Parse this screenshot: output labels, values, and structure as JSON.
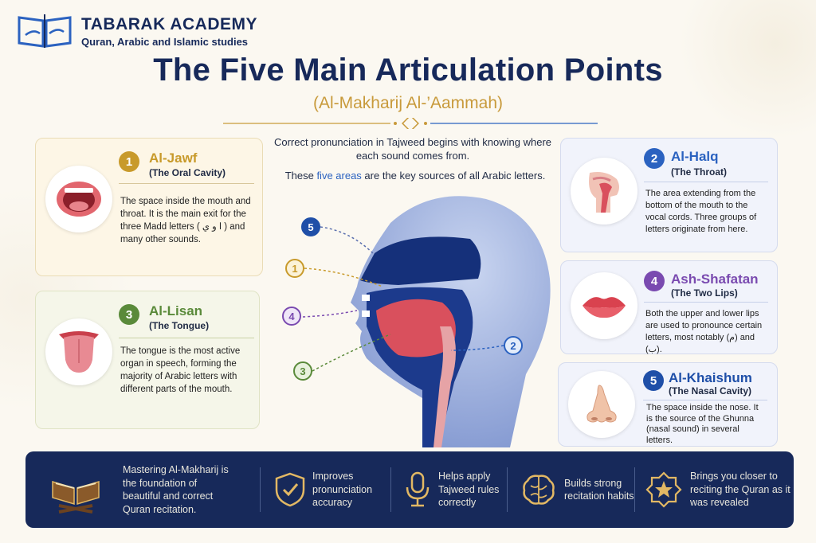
{
  "header": {
    "academy_name": "TABARAK ACADEMY",
    "academy_tagline": "Quran, Arabic and Islamic studies",
    "title": "The Five Main Articulation Points",
    "subtitle": "(Al-Makharij Al-’Aammah)"
  },
  "intro": {
    "line1": "Correct pronunciation in Tajweed begins with knowing where each sound comes from.",
    "line2_before": "These ",
    "line2_highlight": "five areas",
    "line2_after": " are the key sources of all Arabic letters."
  },
  "points": [
    {
      "number": "1",
      "name": "Al-Jawf",
      "translation": "(The Oral Cavity)",
      "description": "The space inside the mouth and throat. It is the main exit for the three Madd letters ( ا و ي ) and many other sounds.",
      "color": "#c89a2b",
      "icon": "open-mouth-icon"
    },
    {
      "number": "2",
      "name": "Al-Halq",
      "translation": "(The Throat)",
      "description": "The area extending from the bottom of the mouth to the vocal cords. Three groups of letters originate from here.",
      "color": "#2b62c0",
      "icon": "throat-icon"
    },
    {
      "number": "3",
      "name": "Al-Lisan",
      "translation": "(The Tongue)",
      "description": "The tongue is the most active organ in speech, forming the majority of Arabic letters with different parts of the mouth.",
      "color": "#5a8a3a",
      "icon": "tongue-icon"
    },
    {
      "number": "4",
      "name": "Ash-Shafatan",
      "translation": "(The Two Lips)",
      "description": "Both the upper and lower lips are used to pronounce certain letters, most notably (م) and (ب).",
      "color": "#7a4ab0",
      "icon": "lips-icon"
    },
    {
      "number": "5",
      "name": "Al-Khaishum",
      "translation": "(The Nasal Cavity)",
      "description": "The space inside the nose. It is the source of the Ghunna (nasal sound) in several letters.",
      "color": "#1f4fa8",
      "icon": "nose-icon"
    }
  ],
  "diagram_markers": [
    "5",
    "1",
    "4",
    "3",
    "2"
  ],
  "banner": {
    "lead": "Mastering Al-Makharij",
    "lead_rest": "is the foundation of beautiful and correct Quran recitation.",
    "benefits": [
      {
        "text": "Improves pronunciation accuracy",
        "icon": "shield-check-icon"
      },
      {
        "text": "Helps apply Tajweed rules correctly",
        "icon": "microphone-icon"
      },
      {
        "text": "Builds strong recitation habits",
        "icon": "brain-icon"
      },
      {
        "text": "Brings you closer to reciting the Quran as it was revealed",
        "icon": "star-badge-icon"
      }
    ]
  },
  "colors": {
    "navy": "#17295a",
    "gold": "#c89a3b",
    "blue": "#2b62c0"
  }
}
